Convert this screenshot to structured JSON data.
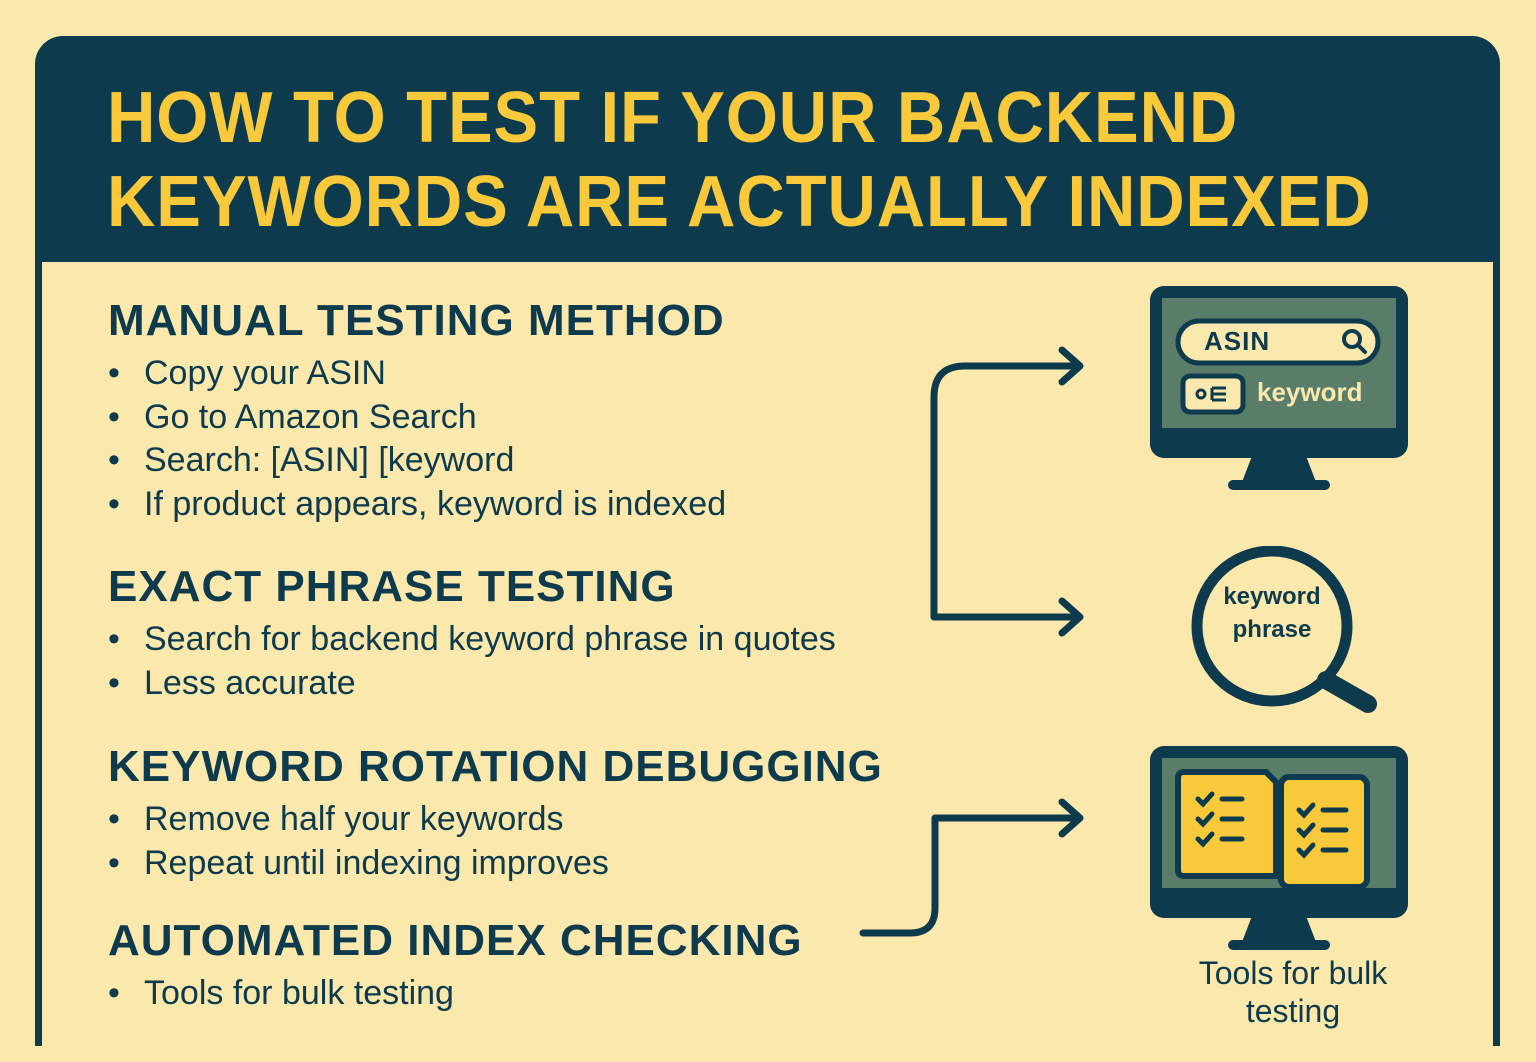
{
  "title": {
    "line1": "HOW TO TEST IF YOUR BACKEND",
    "line2": "KEYWORDS ARE ACTUALLY INDEXED"
  },
  "colors": {
    "background": "#fbe8ac",
    "navy": "#0d3a4c",
    "yellow": "#f8c93a",
    "screen_green": "#5a7d6a"
  },
  "sections": [
    {
      "heading": "MANUAL TESTING METHOD",
      "bullets": [
        "Copy your ASIN",
        "Go to Amazon Search",
        "Search: [ASIN] [keyword",
        "If product appears, keyword is indexed"
      ]
    },
    {
      "heading": "EXACT PHRASE TESTING",
      "bullets": [
        "Search for backend keyword phrase in quotes",
        "Less accurate"
      ]
    },
    {
      "heading": "KEYWORD ROTATION DEBUGGING",
      "bullets": [
        "Remove half your keywords",
        "Repeat until indexing improves"
      ]
    },
    {
      "heading": "AUTOMATED INDEX CHECKING",
      "bullets": [
        "Tools for bulk testing"
      ]
    }
  ],
  "bullet_glyph": "•",
  "illustrations": {
    "search_monitor": {
      "icon": "monitor-search-icon",
      "search_text": "ASIN",
      "keyword_label": "keyword"
    },
    "magnifier": {
      "icon": "magnifier-icon",
      "line1": "keyword",
      "line2": "phrase"
    },
    "tools_monitor": {
      "icon": "monitor-checklist-icon",
      "caption_line1": "Tools for bulk",
      "caption_line2": "testing"
    }
  }
}
